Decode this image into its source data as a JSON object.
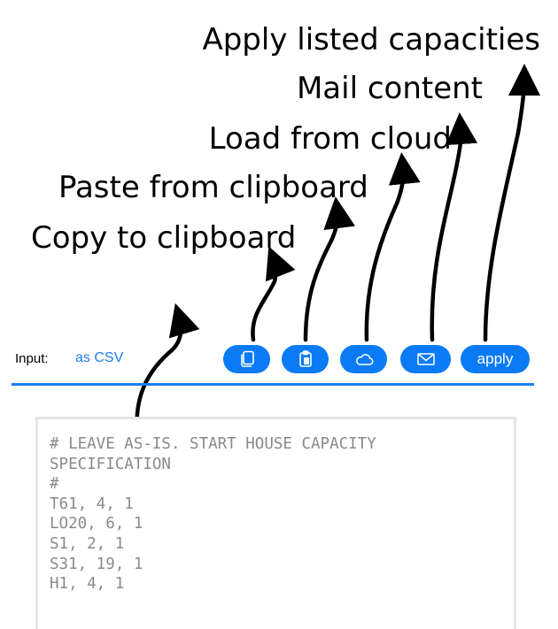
{
  "callouts": {
    "apply": "Apply listed capacities",
    "mail": "Mail content",
    "cloud": "Load from cloud",
    "paste": "Paste from clipboard",
    "copy": "Copy to clipboard"
  },
  "toolbar": {
    "input_label": "Input:",
    "format_link": "as CSV",
    "copy_icon": "copy-icon",
    "paste_icon": "paste-icon",
    "cloud_icon": "cloud-icon",
    "mail_icon": "mail-icon",
    "apply_label": "apply"
  },
  "editor": {
    "lines": [
      "# LEAVE AS-IS. START HOUSE CAPACITY",
      "SPECIFICATION",
      "#",
      "T61, 4, 1",
      "LO20, 6, 1",
      "S1, 2, 1",
      "S31, 19, 1",
      "H1, 4, 1"
    ]
  },
  "colors": {
    "accent": "#0a7bf5",
    "text_muted": "#8a8a8a"
  }
}
